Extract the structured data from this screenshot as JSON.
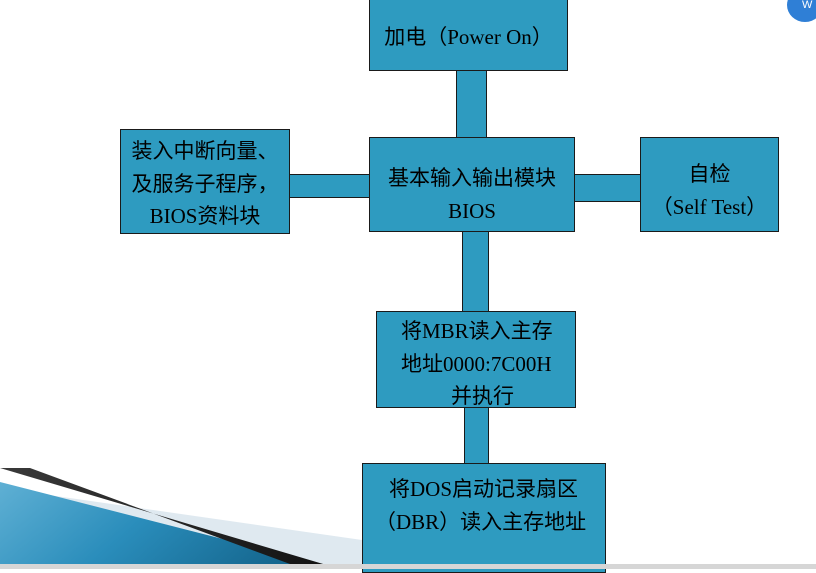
{
  "diagram": {
    "power_on": "加电（Power On）",
    "bios": {
      "line1": "基本输入输出模块",
      "line2": "BIOS"
    },
    "load_vectors": {
      "line1": "装入中断向量、",
      "line2": "及服务子程序，",
      "line3": "BIOS资料块"
    },
    "self_test": {
      "line1": "自检",
      "line2": "（Self Test）"
    },
    "read_mbr": {
      "line1": "将MBR读入主存",
      "line2": "地址0000:7C00H",
      "line3": "并执行"
    },
    "read_dbr": {
      "line1": "将DOS启动记录扇区",
      "line2": "（DBR）读入主存地址"
    }
  },
  "corner_badge": {
    "letter": "W",
    "color": "#2f7fd6"
  },
  "colors": {
    "box_fill": "#2e9bc0",
    "border": "#1a1a1a"
  }
}
